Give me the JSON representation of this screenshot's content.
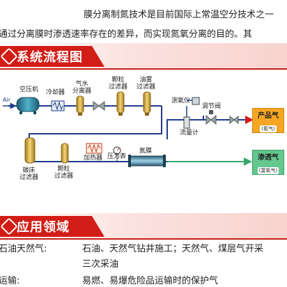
{
  "intro": {
    "line1": "膜分离制氮技术是目前国际上常温空分技术之一",
    "line2": "通过分离膜时渗透速率存在的差异，而实现氮氧分离的目的。其"
  },
  "section_flow": {
    "title": "系统流程图"
  },
  "section_apps": {
    "title": "应用领域"
  },
  "diagram": {
    "air": "Air",
    "compressor": "空压机",
    "cooler": "冷却器",
    "water_separator": [
      "气水",
      "分离器"
    ],
    "particle_filter1": [
      "颗粒",
      "过滤器"
    ],
    "oil_filter": [
      "油雾",
      "过滤器"
    ],
    "oxygen_meter": "测氧仪",
    "control_valve": "调节阀",
    "flow_meter": "流量计",
    "product_gas": {
      "title": "产品气",
      "sub": "(氮气)"
    },
    "carbon_filter": [
      "碳床",
      "过滤器"
    ],
    "particle_filter2": [
      "颗粒",
      "过滤器"
    ],
    "heater": "加热器",
    "pressure_gauge": "压力表",
    "membrane": "氮膜",
    "permeate_gas": {
      "title": "渗透气",
      "sub": "(富氧气)"
    },
    "colors": {
      "pipe": "#1f3b8c",
      "green_pipe": "#3aa86b",
      "product": "#f5a623",
      "permeate": "#63c78e"
    }
  },
  "apps": [
    {
      "label": "石油天然气:",
      "text": "石油、天然气钻井施工；天然气、煤层气开采"
    },
    {
      "label": "",
      "text": "三次采油"
    },
    {
      "label": "运输:",
      "text": "易燃、易爆危险品运输时的保护气"
    }
  ]
}
